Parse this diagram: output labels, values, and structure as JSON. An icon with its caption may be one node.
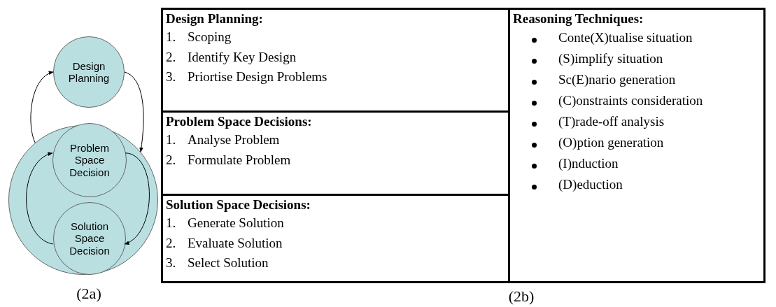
{
  "diagram": {
    "nodes": [
      {
        "text": [
          "Design Planning"
        ]
      },
      {
        "text": [],
        "shape": "circle"
      },
      {
        "text": [
          "Problem Space Decision"
        ],
        "in": 1
      },
      {
        "text": [
          "Solution Space Decision"
        ],
        "in": 1
      },
      {
        "text": [
          "Design Planning:",
          "1. Scoping",
          "2. Identify Key Design",
          "3. Priortise Design Problems"
        ]
      },
      {
        "text": [
          "Problem Space Decisions:",
          "1. Analyse Problem",
          "2. Formulate Problem"
        ]
      },
      {
        "text": [
          "Solution Space Decisions:",
          "1. Generate Solution",
          "2. Evaluate Solution",
          "3. Select Solution"
        ]
      },
      {
        "text": [
          "Reasoning Techniques:",
          "Conte(X)tualise situation",
          "(S)implify situation",
          "Sc(E)nario generation",
          "(C)onstraints consideration",
          "(T)rade-off analysis",
          "(O)ption generation",
          "(I)nduction",
          "(D)eduction"
        ]
      }
    ],
    "edges": [
      {
        "from": 1,
        "to": 0,
        "arrow": "to"
      },
      {
        "from": 0,
        "to": 1,
        "arrow": "to"
      },
      {
        "from": 2,
        "to": 3,
        "arrow": "to"
      },
      {
        "from": 3,
        "to": 2,
        "arrow": "to"
      }
    ],
    "labels": [
      "(2a)",
      "(2b)"
    ]
  }
}
